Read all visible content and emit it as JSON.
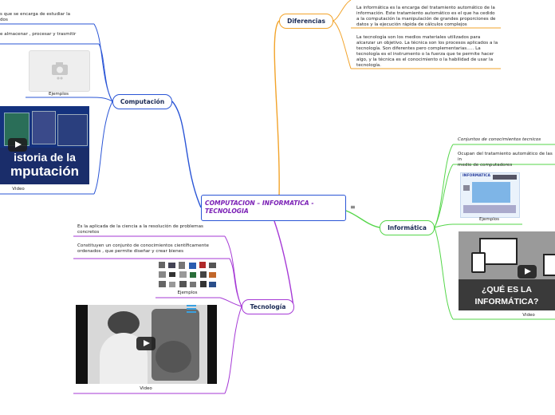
{
  "central": {
    "title": "COMPUTACION – INFORMATICA - TECNOLOGIA",
    "menu_icon": "menu-icon"
  },
  "diferencias": {
    "label": "Diferencias",
    "items": [
      "La informática es la encarga del tratamiento automático de la información. Este tratamiento automático es el que ha cedido a la computación la manipulación de grandes proporciones de datos y la ejecución rápida de cálculos complejos",
      "La tecnología son los medios materiales utilizados para alcanzar un objetivo. La técnica son los procesos aplicados a la tecnología. Son diferentes pero complementarias….. La tecnología es el instrumento o la fuerza que te permite hacer algo, y la técnica es el conocimiento o la habilidad de usar la tecnología."
    ]
  },
  "computacion": {
    "label": "Computación",
    "items": [
      "s que se encarga de estudiar la\ndos",
      "e almacenar , procesar y trasmitir"
    ],
    "ejemplos_caption": "Ejemplos",
    "video_caption": "Video",
    "video_title_line1": "istoria de la",
    "video_title_line2": "mputación"
  },
  "informatica": {
    "label": "Informática",
    "items": [
      "Conjuntos de conocimientos tecnicos",
      "Ocupan del tratamiento automático de las in\nmedio de computadores"
    ],
    "image_heading": "INFORMATICA",
    "ejemplos_caption": "Ejemplos",
    "video_caption": "Video",
    "video_title_line1": "¿QUÉ ES LA",
    "video_title_line2": "INFORMÁTICA?"
  },
  "tecnologia": {
    "label": "Tecnología",
    "items": [
      "Es la aplicada de la ciencia a la resolución de problemas concretos",
      "Constituyen un conjunto de conocimientos científicamente ordenados , que permite diseñar y crear bienes"
    ],
    "ejemplos_caption": "Ejemplos",
    "video_caption": "Video"
  },
  "colors": {
    "diferencias": "#f2a32a",
    "computacion": "#2a55d6",
    "informatica": "#55d64a",
    "tecnologia": "#a63ad6",
    "central_text": "#7a1fb5"
  }
}
